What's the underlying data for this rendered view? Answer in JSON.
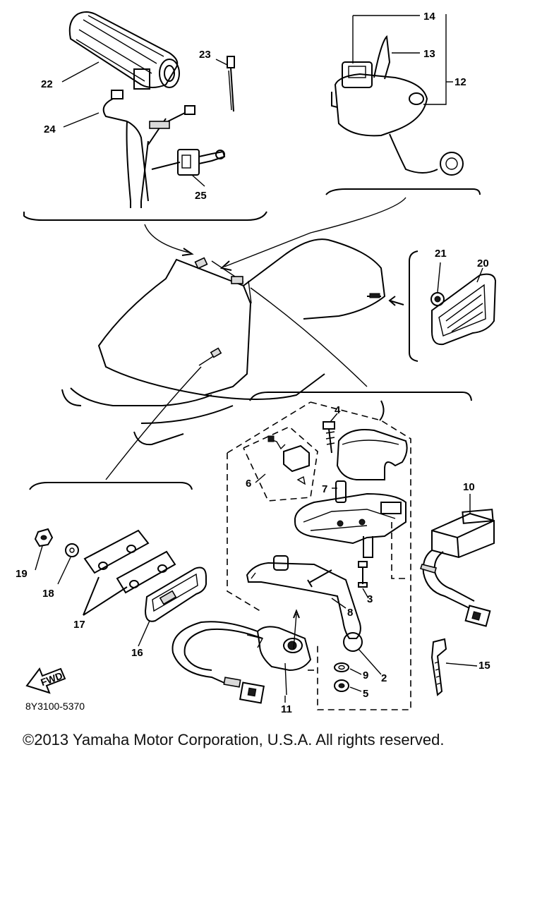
{
  "labels": {
    "p1": "2",
    "p2": "3",
    "p3": "4",
    "p4": "5",
    "p5": "6",
    "p6": "7",
    "p7": "8",
    "p8": "9",
    "p9": "10",
    "p10": "11",
    "p11": "12",
    "p12": "13",
    "p13": "14",
    "p14": "15",
    "p15": "16",
    "p16": "17",
    "p17": "18",
    "p18": "19",
    "p19": "20",
    "p20": "21",
    "p21": "22",
    "p22": "23",
    "p23": "24",
    "p24": "25"
  },
  "fwd_label": "FWD",
  "drawing_code": "8Y3100-5370",
  "copyright": "©2013 Yamaha Motor Corporation, U.S.A. All rights reserved."
}
